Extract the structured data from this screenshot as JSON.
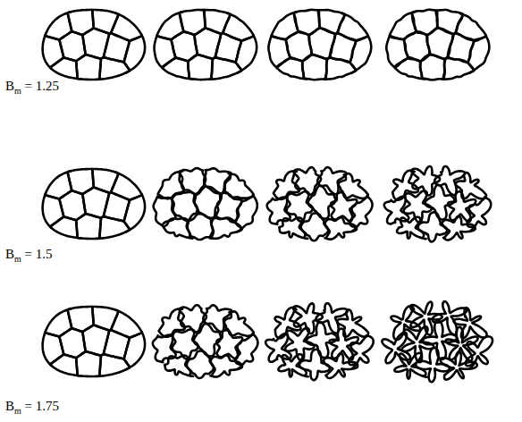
{
  "diagram": {
    "labels": [
      "Bm = 1.25",
      "Bm = 1.5",
      "Bm = 1.75"
    ]
  }
}
